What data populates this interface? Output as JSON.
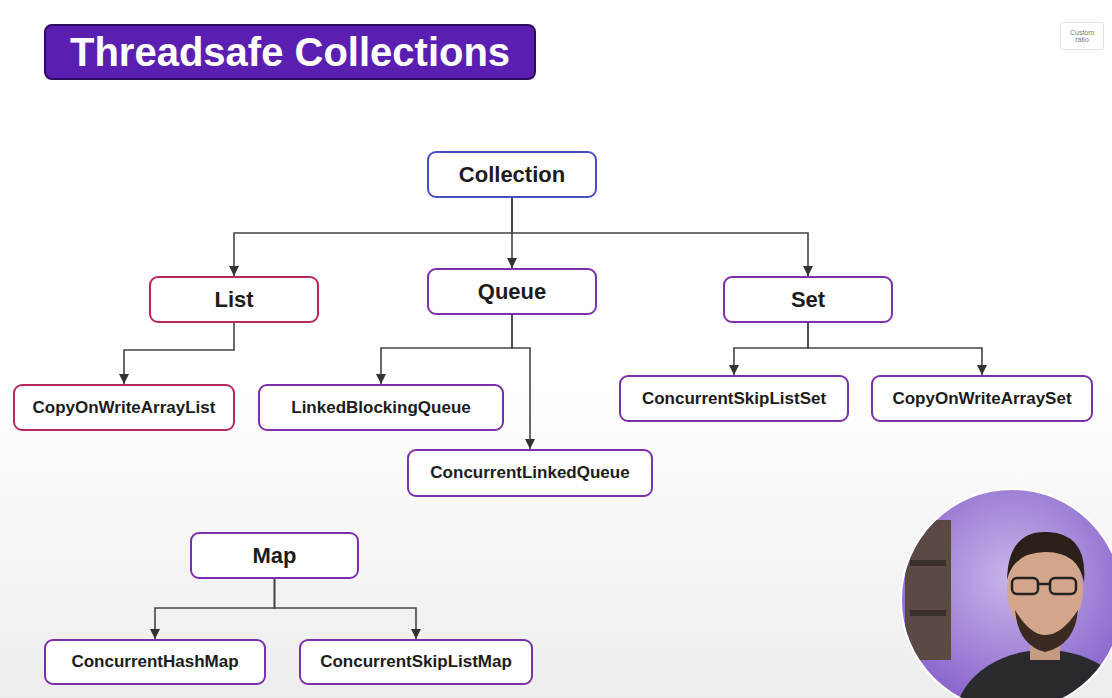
{
  "diagram": {
    "title": "Threadsafe Collections",
    "nodes": [
      {
        "text": [
          "Collection"
        ]
      },
      {
        "text": [
          "List"
        ]
      },
      {
        "text": [
          "Queue"
        ]
      },
      {
        "text": [
          "Set"
        ]
      },
      {
        "text": [
          "CopyOnWriteArrayList"
        ]
      },
      {
        "text": [
          "LinkedBlockingQueue"
        ]
      },
      {
        "text": [
          "ConcurrentLinkedQueue"
        ]
      },
      {
        "text": [
          "ConcurrentSkipListSet"
        ]
      },
      {
        "text": [
          "CopyOnWriteArraySet"
        ]
      },
      {
        "text": [
          "Map"
        ]
      },
      {
        "text": [
          "ConcurrentHashMap"
        ]
      },
      {
        "text": [
          "ConcurrentSkipListMap"
        ]
      }
    ],
    "edges": [
      {
        "from": 0,
        "to": 1,
        "arrow": "to"
      },
      {
        "from": 0,
        "to": 2,
        "arrow": "to"
      },
      {
        "from": 0,
        "to": 3,
        "arrow": "to"
      },
      {
        "from": 1,
        "to": 4,
        "arrow": "to"
      },
      {
        "from": 2,
        "to": 5,
        "arrow": "to"
      },
      {
        "from": 2,
        "to": 6,
        "arrow": "to"
      },
      {
        "from": 3,
        "to": 7,
        "arrow": "to"
      },
      {
        "from": 3,
        "to": 8,
        "arrow": "to"
      },
      {
        "from": 9,
        "to": 10,
        "arrow": "to"
      },
      {
        "from": 9,
        "to": 11,
        "arrow": "to"
      }
    ],
    "labels": [
      "Custom ratio"
    ]
  }
}
